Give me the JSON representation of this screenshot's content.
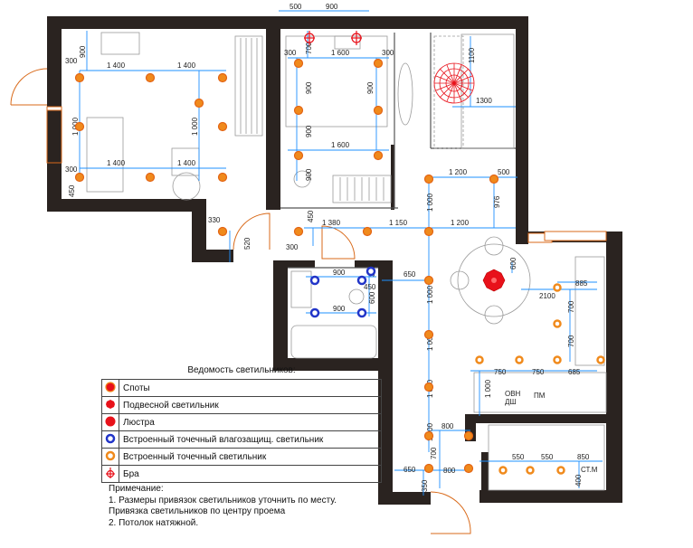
{
  "colors": {
    "wall": "#2a2320",
    "spot": "#f08a1c",
    "spot_stroke": "#e36414",
    "chandelier": "#e8111a",
    "pendant": "#e8111a",
    "waterproof": "#2235c8",
    "dimension": "#1e90ff",
    "furniture": "#9a9a9a"
  },
  "dimensions": {
    "top_500": "500",
    "top_900": "900",
    "d_300_a": "300",
    "d_1400_a": "1 400",
    "d_1400_b": "1 400",
    "d_900_a": "900",
    "d_1000_a": "1 000",
    "d_1000_b": "1 000",
    "d_300_b": "300",
    "d_1400_c": "1 400",
    "d_1400_d": "1 400",
    "d_450_a": "450",
    "d_700_a": "700",
    "d_300_c": "300",
    "d_1600_a": "1 600",
    "d_300_d": "300",
    "d_900_b": "900",
    "d_900_c": "900",
    "d_900_d": "900",
    "d_1600_b": "1 600",
    "d_900_e": "900",
    "d_1100": "1100",
    "d_1300": "1300",
    "d_1200_a": "1 200",
    "d_500_b": "500",
    "d_976": "976",
    "d_330": "330",
    "d_520": "520",
    "d_300_e": "300",
    "d_450_b": "450",
    "d_1380": "1 380",
    "d_1150": "1 150",
    "d_1200_b": "1 200",
    "d_600_a": "600",
    "d_650_a": "650",
    "d_900_f": "900",
    "d_300_f": "300",
    "d_450_c": "450",
    "d_600_b": "600",
    "d_900_g": "900",
    "d_1000_c": "1 000",
    "d_1000_d": "1 000",
    "d_1000_e": "1 000",
    "d_1000_f": "1 000",
    "d_1000_g": "1 000",
    "d_2100": "2100",
    "d_885": "885",
    "d_700_b": "700",
    "d_700_c": "700",
    "d_750_a": "750",
    "d_750_b": "750",
    "d_685": "685",
    "d_1000_h": "1 000",
    "d_800_a": "800",
    "d_700_d": "700",
    "d_650_b": "650",
    "d_800_b": "800",
    "d_350": "350",
    "d_550_a": "550",
    "d_550_b": "550",
    "d_850": "850",
    "d_400": "400"
  },
  "appliances": {
    "oven_top": "ОВН",
    "oven_bottom": "ДШ",
    "dishwasher": "ПМ",
    "washer": "СТ.М"
  },
  "legend": {
    "title": "Ведомость светильников:",
    "items": [
      {
        "label": "Споты",
        "symbol": "spot-red-icon"
      },
      {
        "label": "Подвесной светильник",
        "symbol": "pendant-icon"
      },
      {
        "label": "Люстра",
        "symbol": "chandelier-icon"
      },
      {
        "label": "Встроенный точечный влагозащищ. светильник",
        "symbol": "waterproof-downlight-icon"
      },
      {
        "label": "Встроенный точечный светильник",
        "symbol": "downlight-icon"
      },
      {
        "label": "Бра",
        "symbol": "sconce-icon"
      }
    ]
  },
  "notes": {
    "title": "Примечание:",
    "line1": "1. Размеры привязок светильников уточнить по месту.",
    "line2": "Привязка светильников по центру проема",
    "line3": "2. Потолок натяжной."
  }
}
